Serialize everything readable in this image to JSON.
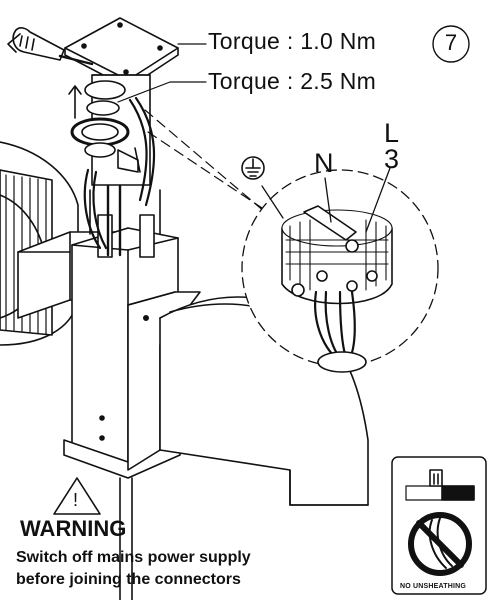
{
  "step": {
    "number": "7"
  },
  "torque": {
    "top": "Torque : 1.0 Nm",
    "bottom": "Torque : 2.5 Nm"
  },
  "terminals": {
    "neutral": "N",
    "live_letter": "L",
    "live_number": "3"
  },
  "warning": {
    "title": "WARNING",
    "line1": "Switch off mains power supply",
    "line2": "before joining the connectors"
  },
  "inset": {
    "caption": "NO UNSHEATHING"
  },
  "icons": [
    "ground-icon",
    "warning-triangle-icon",
    "screwdriver-icon",
    "prohibition-icon"
  ],
  "colors": {
    "ink": "#111111",
    "paper": "#ffffff"
  }
}
